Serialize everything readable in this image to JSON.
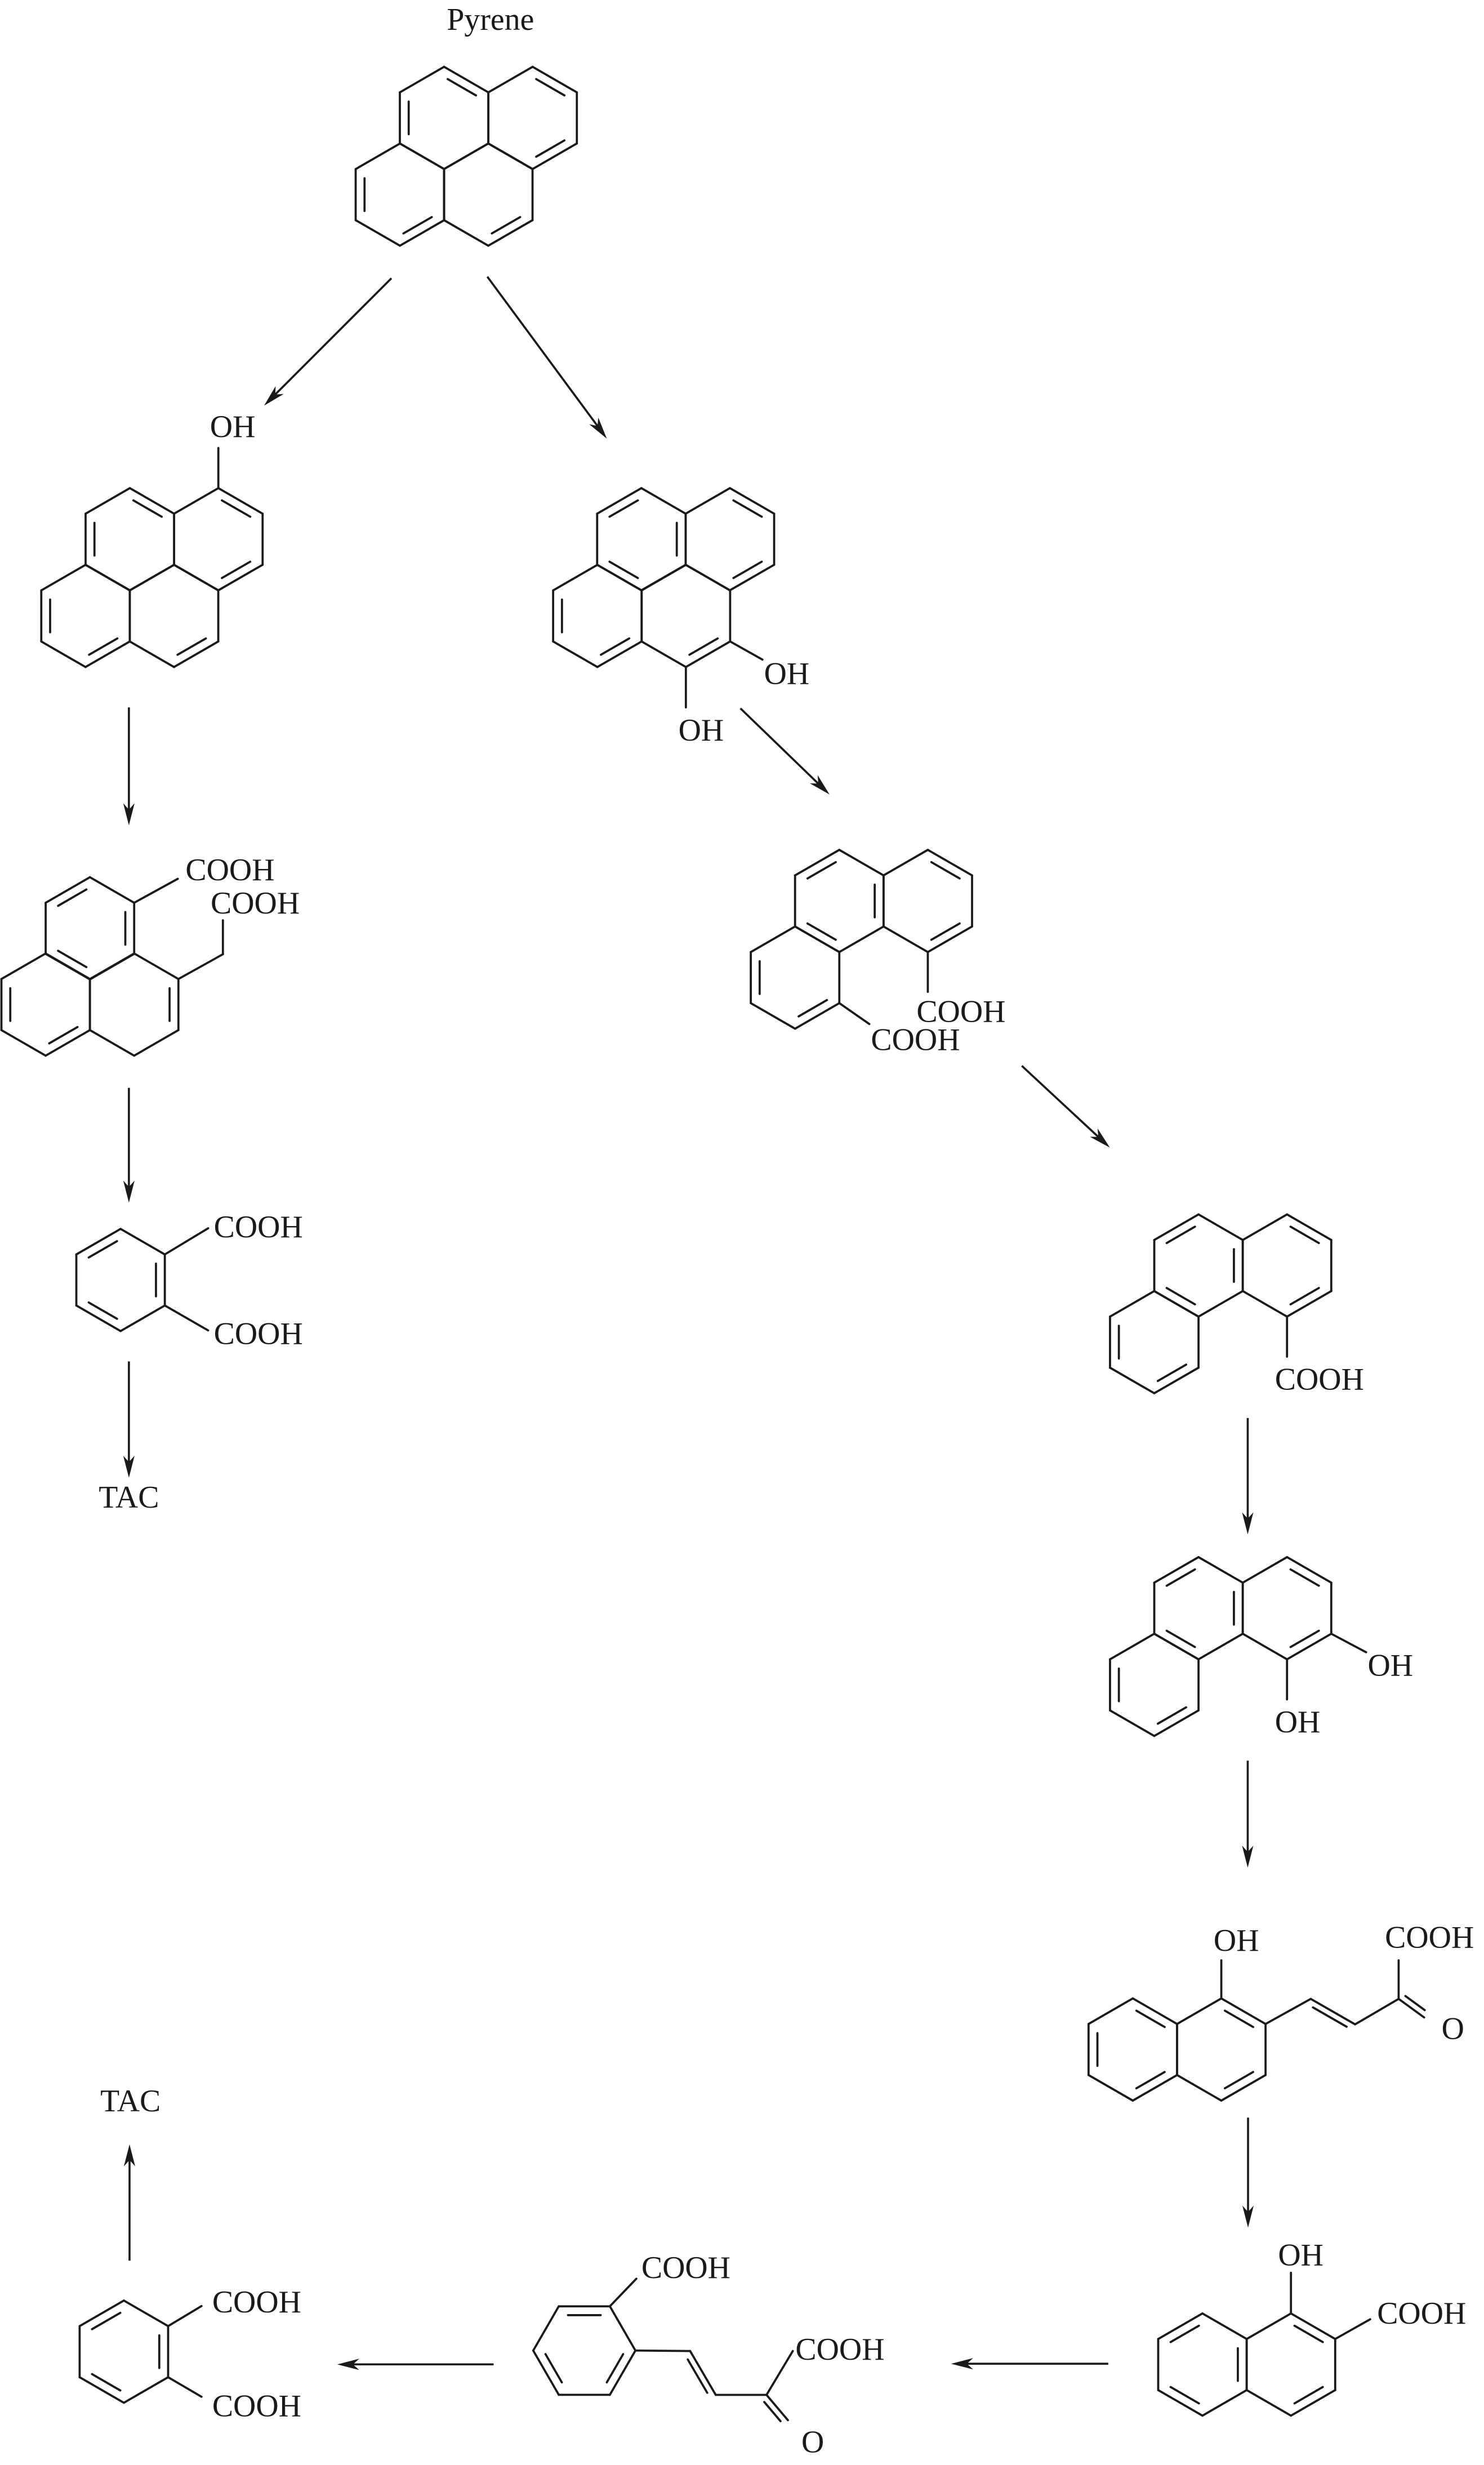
{
  "title": "Pyrene",
  "hydroxypyrene": {
    "oh": "OH"
  },
  "pyrene_diol": {
    "oh_right": "OH",
    "oh_bottom": "OH"
  },
  "dihydro_diacid": {
    "cooh_1": "COOH",
    "cooh_2": "COOH"
  },
  "phthalic_acid_1": {
    "cooh_top": "COOH",
    "cooh_bottom": "COOH"
  },
  "tac_1": "TAC",
  "phenanthrene_diacid": {
    "cooh_1": "COOH",
    "cooh_2": "COOH"
  },
  "phenanthrene_acid": {
    "cooh": "COOH"
  },
  "phenanthrene_diol": {
    "oh_right": "OH",
    "oh_bottom": "OH"
  },
  "naphthol_keto_acid": {
    "oh": "OH",
    "cooh": "COOH",
    "o": "O"
  },
  "hydroxynaphthoic_acid": {
    "oh": "OH",
    "cooh": "COOH"
  },
  "benzene_keto_acid": {
    "cooh_ring": "COOH",
    "cooh_chain": "COOH",
    "o": "O"
  },
  "phthalic_acid_2": {
    "cooh_top": "COOH",
    "cooh_bottom": "COOH"
  },
  "tac_2": "TAC"
}
